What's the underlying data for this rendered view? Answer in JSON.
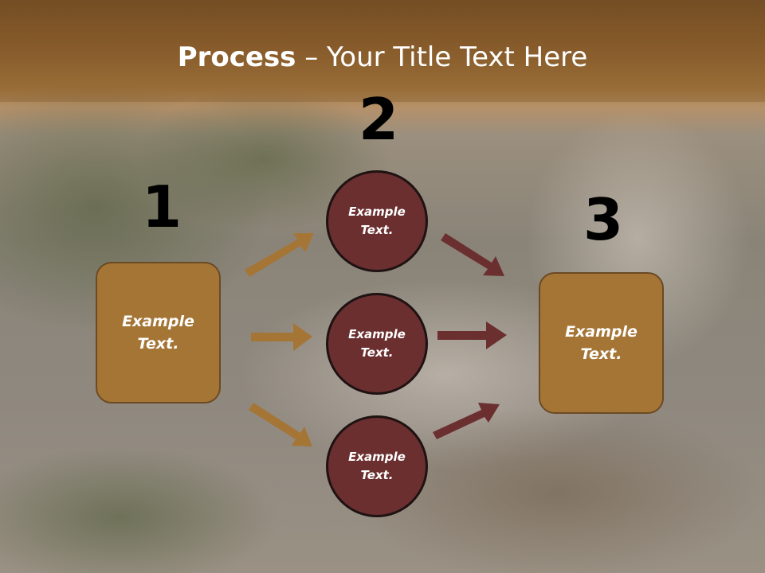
{
  "title": {
    "bold": "Process",
    "rest": " – Your Title Text Here"
  },
  "steps": {
    "n1": "1",
    "n2": "2",
    "n3": "3"
  },
  "left_box": {
    "text_line1": "Example",
    "text_line2": "Text."
  },
  "right_box": {
    "text_line1": "Example",
    "text_line2": "Text."
  },
  "circles": [
    {
      "text_line1": "Example",
      "text_line2": "Text."
    },
    {
      "text_line1": "Example",
      "text_line2": "Text."
    },
    {
      "text_line1": "Example",
      "text_line2": "Text."
    }
  ],
  "colors": {
    "box_fill": "#a57536",
    "circle_fill": "#6b2f30",
    "arrow_left": "#a57536",
    "arrow_right": "#6b2f30"
  }
}
